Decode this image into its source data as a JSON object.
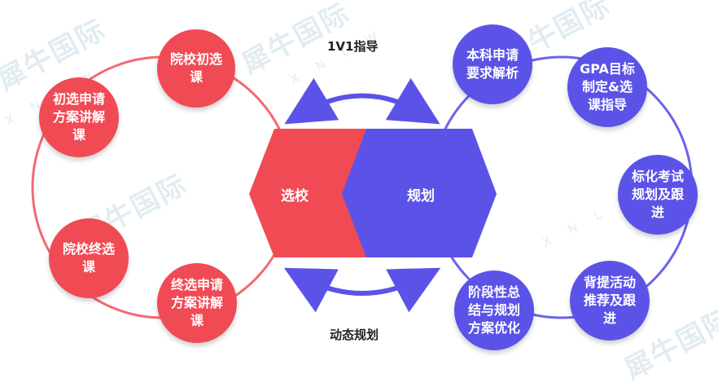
{
  "watermark": {
    "brand": "犀牛国际",
    "latin": "X N L W"
  },
  "top_label": "1V1指导",
  "bottom_label": "动态规划",
  "center": {
    "left": "选校",
    "right": "规划"
  },
  "left_nodes": [
    {
      "text": "院校初选\n课"
    },
    {
      "text": "初选申请\n方案讲解\n课"
    },
    {
      "text": "院校终选\n课"
    },
    {
      "text": "终选申请\n方案讲解\n课"
    }
  ],
  "right_nodes": [
    {
      "text": "本科申请\n要求解析"
    },
    {
      "text": "GPA目标\n制定&选\n课指导"
    },
    {
      "text": "标化考试\n规划及跟\n进"
    },
    {
      "text": "背提活动\n推荐及跟\n进"
    },
    {
      "text": "阶段性总\n结与规划\n方案优化"
    }
  ],
  "colors": {
    "red": "#f04a54",
    "blue": "#5b53e8",
    "ring_red": "#f26a72",
    "ring_blue": "#6b64ea"
  }
}
